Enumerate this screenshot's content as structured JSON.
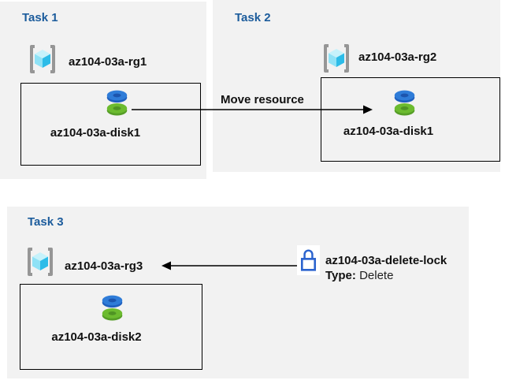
{
  "colors": {
    "panel_bg": "#f2f2f2",
    "title_blue": "#1c5c9c",
    "label_black": "#111111",
    "box_border": "#000000",
    "arrow_black": "#000000",
    "lock_blue": "#2b63ce",
    "disk_blue": "#2f7cd8",
    "disk_blue_side": "#1f5fbe",
    "disk_blue_hole": "#1c55ae",
    "disk_green": "#6cbb2f",
    "disk_green_side": "#569e27",
    "disk_green_hole": "#4f9324",
    "rg_bracket": "#969696",
    "rg_cube_top": "#c6f2fb",
    "rg_cube_left": "#8fe2f6",
    "rg_cube_right": "#2cbce8"
  },
  "icons": {
    "resource_group": "resource-group-icon",
    "managed_disk": "managed-disk-icon",
    "lock": "lock-icon",
    "arrow_right": "arrow-right-icon",
    "arrow_left": "arrow-left-icon"
  },
  "tasks": [
    {
      "label": "Task 1",
      "resource_group": "az104-03a-rg1",
      "resource": "az104-03a-disk1"
    },
    {
      "label": "Task 2",
      "resource_group": "az104-03a-rg2",
      "resource": "az104-03a-disk1"
    },
    {
      "label": "Task 3",
      "resource_group": "az104-03a-rg3",
      "resource": "az104-03a-disk2"
    }
  ],
  "move_arrow": {
    "label": "Move resource"
  },
  "lock": {
    "name": "az104-03a-delete-lock",
    "type_label": "Type:",
    "type_value": "Delete"
  }
}
